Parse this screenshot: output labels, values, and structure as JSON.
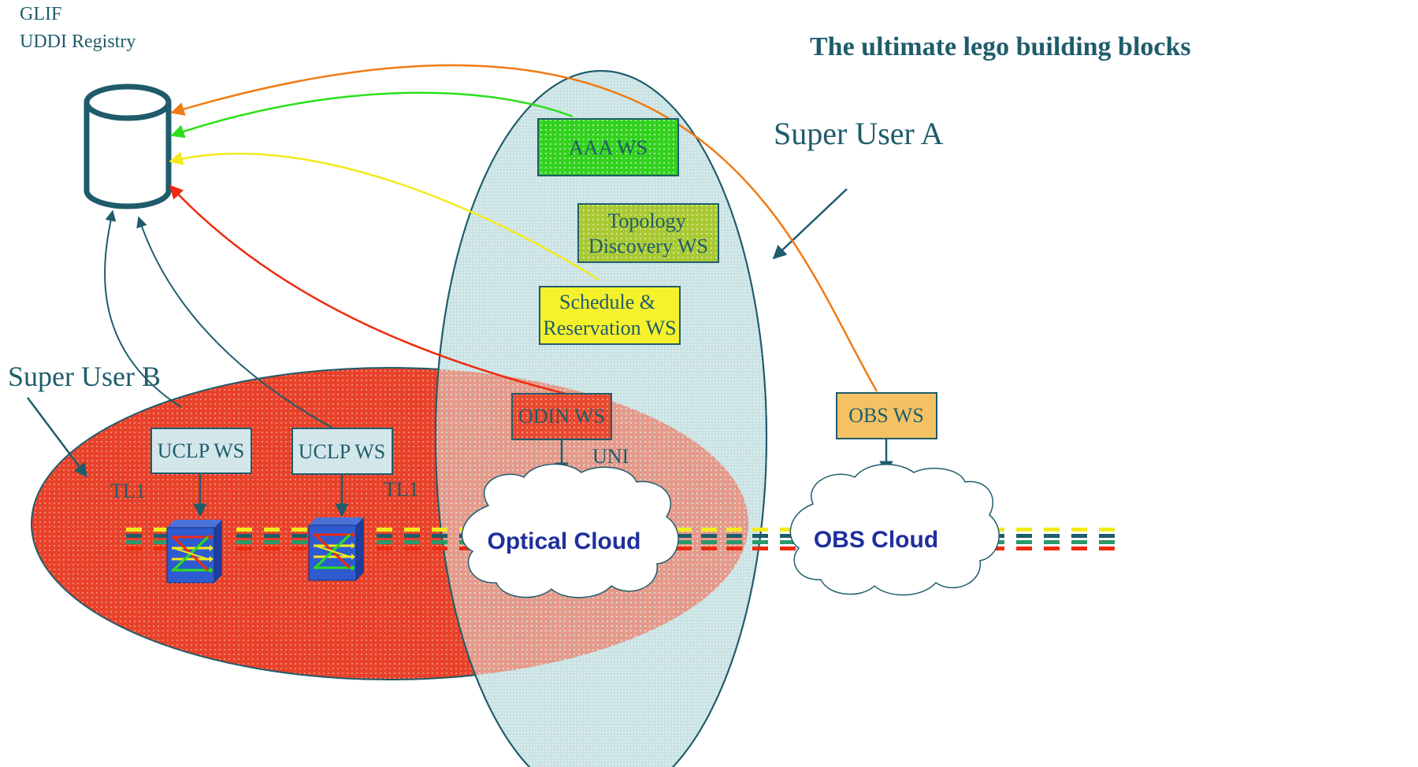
{
  "registry": {
    "label_line1": "GLIF",
    "label_line2": "UDDI Registry"
  },
  "title": "The ultimate lego building blocks",
  "super_user_a": "Super User A",
  "super_user_b": "Super User B",
  "services": {
    "aaa": "AAA WS",
    "topology_line1": "Topology",
    "topology_line2": "Discovery WS",
    "schedule_line1": "Schedule &",
    "schedule_line2": "Reservation WS",
    "odin": "ODIN WS",
    "obs": "OBS WS",
    "uclp_1": "UCLP WS",
    "uclp_2": "UCLP WS"
  },
  "labels": {
    "uni": "UNI",
    "tl1_left": "TL1",
    "tl1_right": "TL1"
  },
  "clouds": {
    "optical": "Optical Cloud",
    "obs": "OBS Cloud"
  },
  "colors": {
    "text": "#1f5c6b",
    "red_domain": "#e8422a",
    "blue_domain": "#c3dde0",
    "aaa_box": "#33d11f",
    "topology_box": "#a8c934",
    "schedule_box": "#f5f22b",
    "odin_box": "#e8492f",
    "obs_box": "#f4c263",
    "uclp_box": "#d3e7ea",
    "arrow_orange": "#f07b13",
    "arrow_green": "#2be01a",
    "arrow_yellow": "#f3ea1c",
    "arrow_red": "#ee2a0f",
    "cloud_text": "#1f2f9c"
  }
}
